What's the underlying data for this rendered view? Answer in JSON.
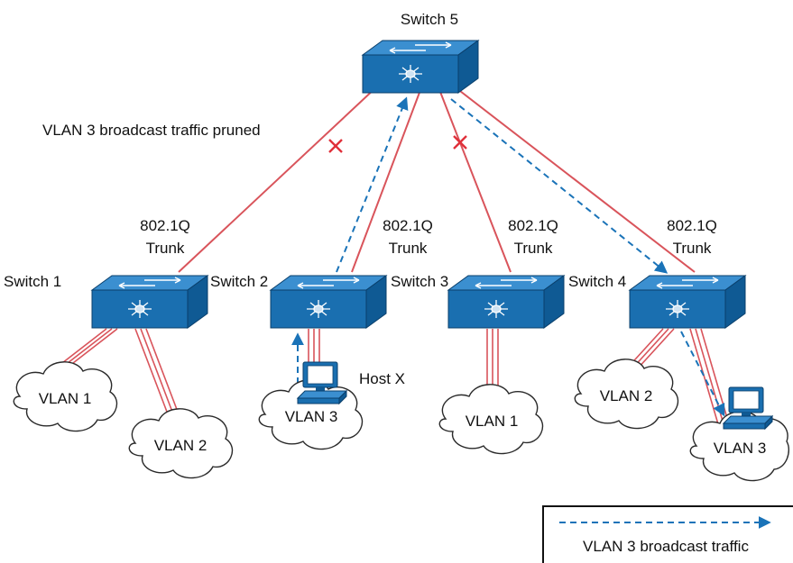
{
  "switches": {
    "s5": "Switch 5",
    "s1": "Switch 1",
    "s2": "Switch 2",
    "s3": "Switch 3",
    "s4": "Switch 4"
  },
  "trunk_labels": {
    "t2": [
      "802.1Q",
      "Trunk"
    ],
    "t1": [
      "802.1Q",
      "Trunk"
    ],
    "t3": [
      "802.1Q",
      "Trunk"
    ],
    "t4": [
      "802.1Q",
      "Trunk"
    ]
  },
  "pruned_label": "VLAN 3 broadcast traffic pruned",
  "host_label": "Host X",
  "clouds": {
    "c_s1_v1": "VLAN 1",
    "c_s1_v2": "VLAN 2",
    "c_s2_v3": "VLAN 3",
    "c_s3_v1": "VLAN 1",
    "c_s4_v2": "VLAN 2",
    "c_s4_v3": "VLAN 3"
  },
  "legend": {
    "label": "VLAN 3 broadcast traffic"
  },
  "colors": {
    "switch_top": "#1a6fb0",
    "switch_side": "#0f5a94",
    "trunk_line": "#d9545b",
    "broadcast": "#1a73b8",
    "prune_mark": "#e0303a",
    "cloud_stroke": "#2a2a2a"
  }
}
